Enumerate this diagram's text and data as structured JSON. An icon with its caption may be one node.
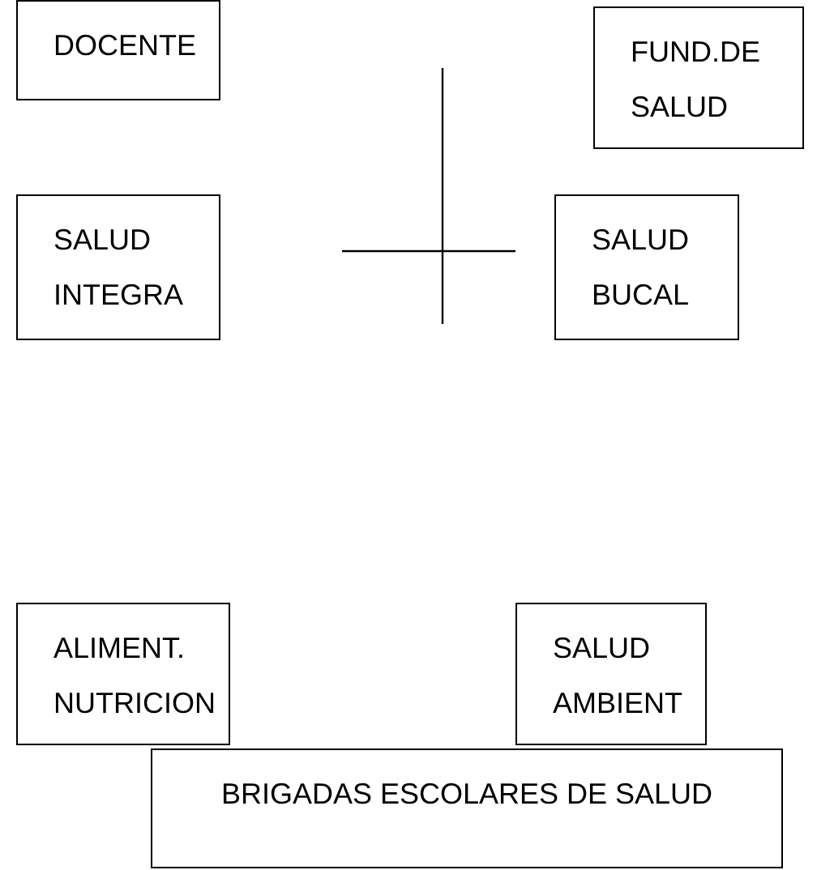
{
  "diagram": {
    "nodes": [
      {
        "text": [
          "DOCENTE"
        ]
      },
      {
        "text": [
          "FUND.DE SALUD"
        ]
      },
      {
        "text": [
          "SALUD INTEGRA"
        ]
      },
      {
        "text": [
          "SALUD BUCAL"
        ]
      },
      {
        "text": [
          "ALIMENT. NUTRICION"
        ]
      },
      {
        "text": [
          "SALUD AMBIENT"
        ]
      },
      {
        "text": [
          "BRIGADAS ESCOLARES DE SALUD"
        ]
      }
    ]
  }
}
